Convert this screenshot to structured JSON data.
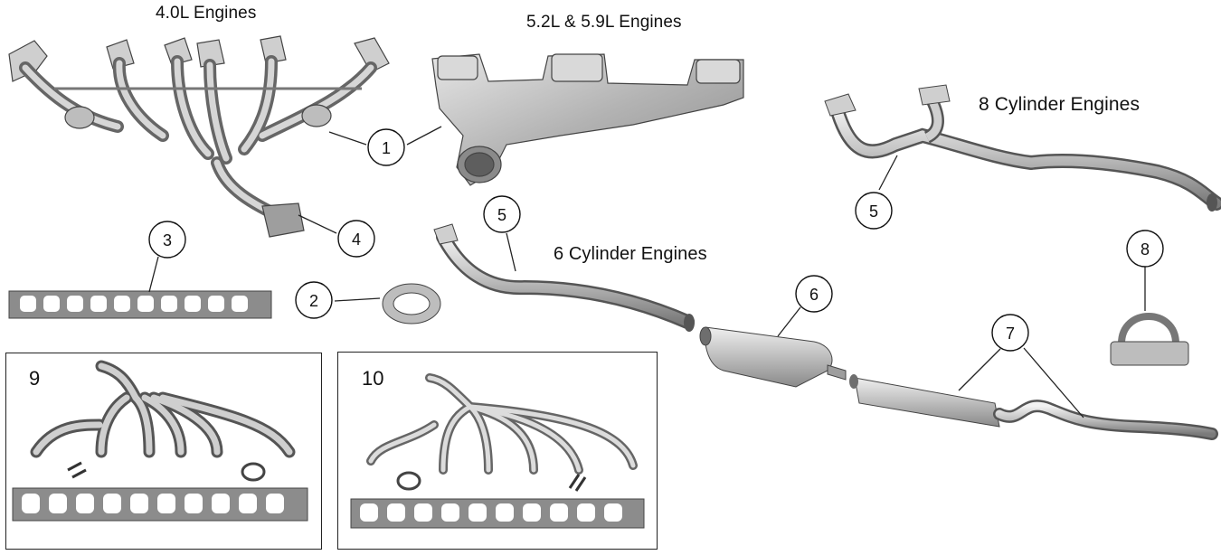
{
  "titles": {
    "four_l": "4.0L Engines",
    "v8_52_59": "5.2L & 5.9L Engines",
    "eight_cyl": "8 Cylinder Engines",
    "six_cyl": "6 Cylinder Engines"
  },
  "callouts": {
    "c1": "1",
    "c2": "2",
    "c3": "3",
    "c4": "4",
    "c5_six": "5",
    "c5_eight": "5",
    "c6": "6",
    "c7": "7",
    "c8": "8"
  },
  "kits": {
    "k9": "9",
    "k10": "10"
  },
  "colors": {
    "metal_light": "#d9d9d9",
    "metal_mid": "#a8a8a8",
    "metal_dark": "#6e6e6e",
    "outline": "#333333",
    "gasket": "#8c8c8c"
  }
}
